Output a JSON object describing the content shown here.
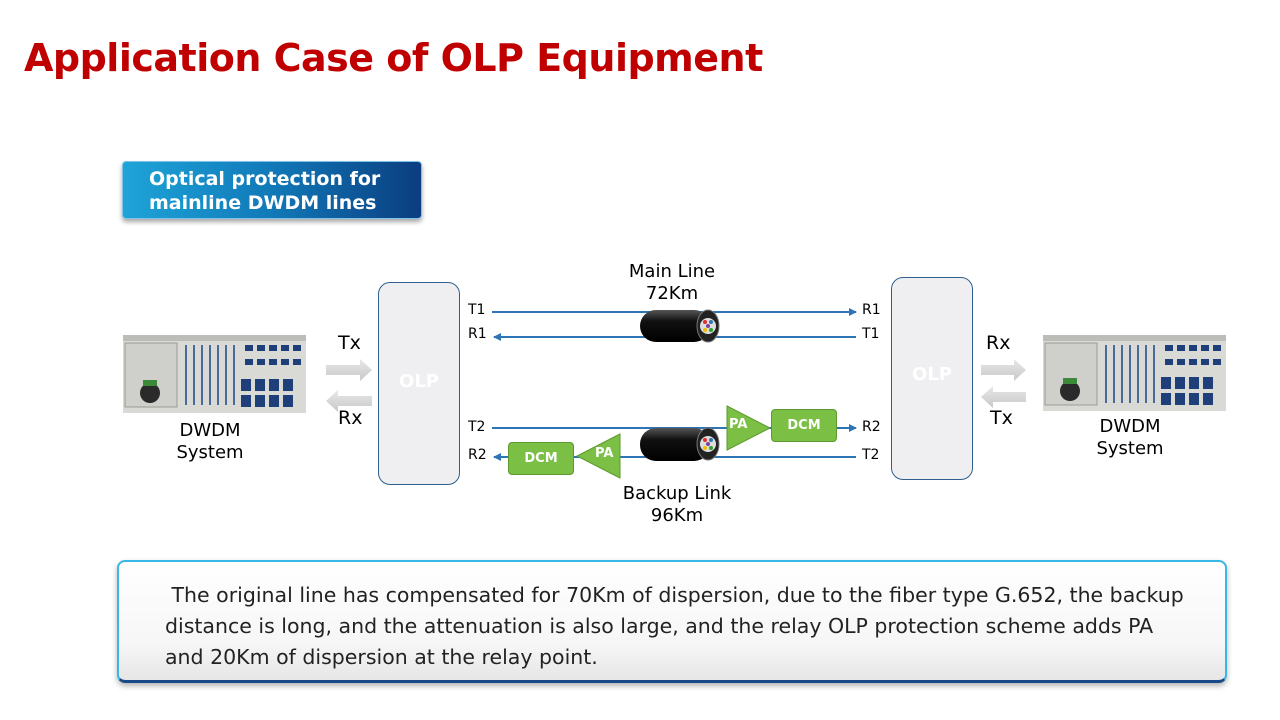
{
  "title": "Application Case of OLP Equipment",
  "section_label": {
    "line1": "Optical protection for",
    "line2": "mainline DWDM lines"
  },
  "left_system": {
    "caption_line1": "DWDM",
    "caption_line2": "System",
    "tx": "Tx",
    "rx": "Rx"
  },
  "right_system": {
    "caption_line1": "DWDM",
    "caption_line2": "System",
    "rx": "Rx",
    "tx": "Tx"
  },
  "olp_left": "OLP",
  "olp_right": "OLP",
  "main_line": {
    "name": "Main Line",
    "distance": "72Km",
    "left_ports": [
      "T1",
      "R1"
    ],
    "right_ports": [
      "R1",
      "T1"
    ]
  },
  "backup_link": {
    "name": "Backup Link",
    "distance": "96Km",
    "left_ports": [
      "T2",
      "R2"
    ],
    "right_ports": [
      "R2",
      "T2"
    ],
    "upper_pa": "PA",
    "upper_dcm": "DCM",
    "lower_pa": "PA",
    "lower_dcm": "DCM"
  },
  "note": " The original line has compensated for 70Km of dispersion, due to the fiber type G.652, the backup distance is long, and the attenuation is also large, and the relay OLP protection scheme adds PA and 20Km of dispersion at the relay point.",
  "colors": {
    "title": "#c00000",
    "line_blue": "#2e75b6",
    "green": "#7cbf45"
  }
}
